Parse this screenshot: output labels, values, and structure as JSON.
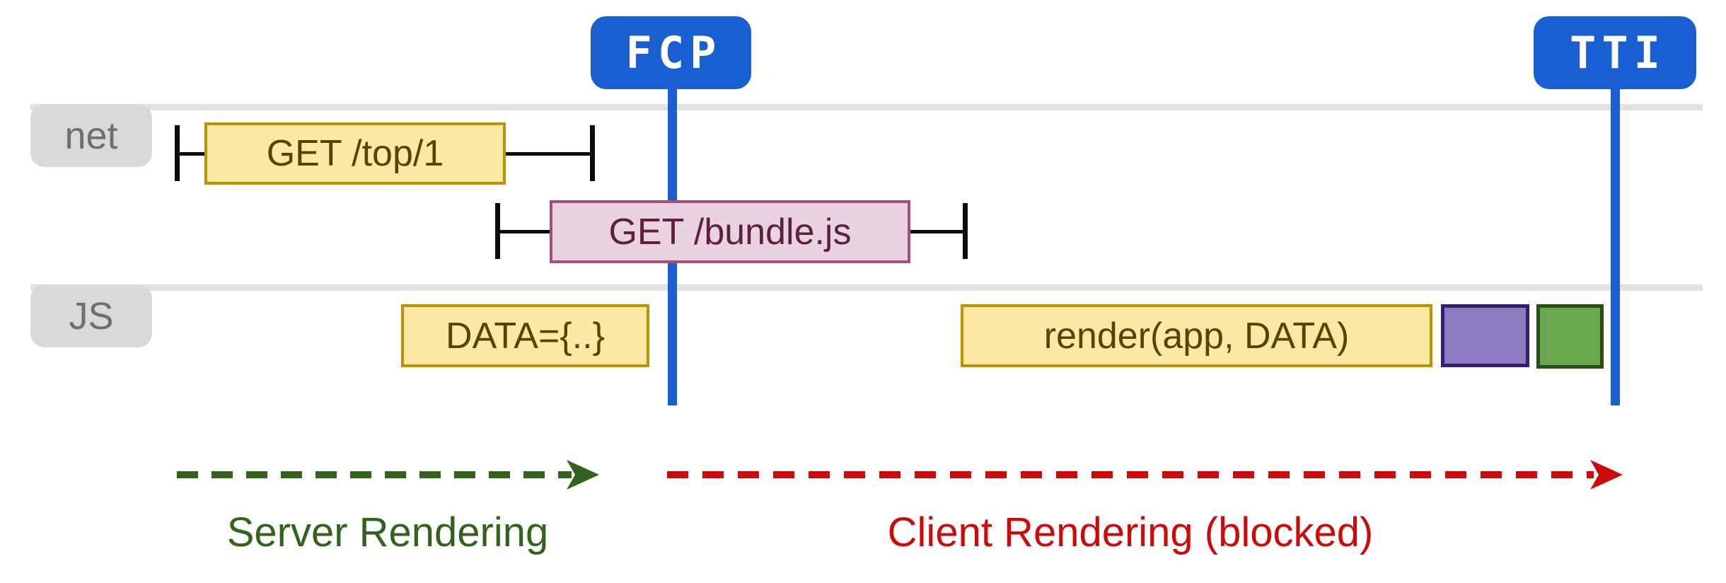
{
  "diagram": {
    "markers": [
      {
        "name": "FCP",
        "color": "#1a5fd2"
      },
      {
        "name": "TTI",
        "color": "#1a5fd2"
      }
    ],
    "lanes": [
      {
        "label": "net"
      },
      {
        "label": "JS"
      }
    ],
    "network_requests": [
      {
        "label": "GET /top/1",
        "fill": "#fce9a4",
        "border": "#bf9000"
      },
      {
        "label": "GET /bundle.js",
        "fill": "#e9d3df",
        "border": "#a64d79"
      }
    ],
    "js_tasks": [
      {
        "label": "DATA={..}",
        "fill": "#fce9a4",
        "border": "#bf9000"
      },
      {
        "label": "render(app, DATA)",
        "fill": "#fce9a4",
        "border": "#bf9000"
      },
      {
        "label": "",
        "fill": "#8e7cc3",
        "border": "#351c75"
      },
      {
        "label": "",
        "fill": "#6aa84f",
        "border": "#274e13"
      }
    ],
    "phases": [
      {
        "label": "Server Rendering",
        "color": "#33621c"
      },
      {
        "label": "Client Rendering (blocked)",
        "color": "#cc0a0a"
      }
    ],
    "colors": {
      "track": "#e1e1e1",
      "lane_label_bg": "#d9d9d9",
      "lane_label_text": "#6f6f6f",
      "whisker": "#0b0b0b"
    }
  }
}
